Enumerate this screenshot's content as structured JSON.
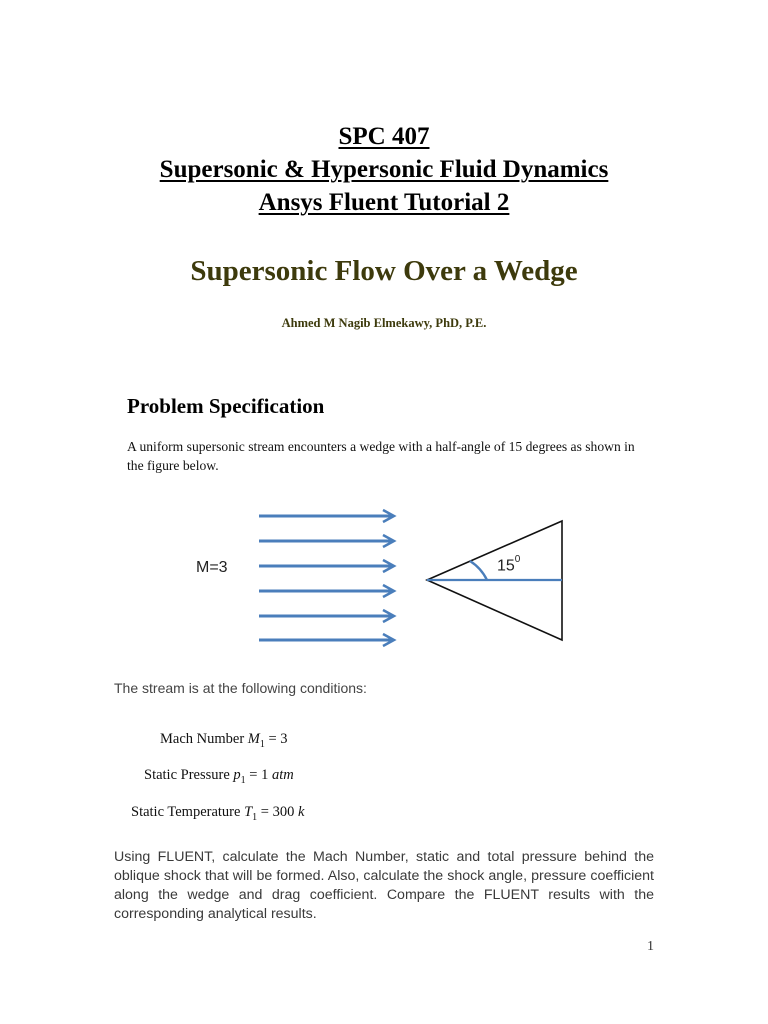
{
  "header": {
    "course_code": "SPC 407",
    "course_title": "Supersonic & Hypersonic Fluid Dynamics",
    "tutorial": "Ansys Fluent Tutorial 2"
  },
  "document": {
    "title": "Supersonic Flow Over a Wedge",
    "author": "Ahmed M Nagib Elmekawy, PhD, P.E.",
    "title_color": "#3d3a0c"
  },
  "problem": {
    "heading": "Problem Specification",
    "intro": "A uniform supersonic stream encounters a wedge with a half-angle of 15 degrees as shown in the figure below."
  },
  "figure": {
    "mach_label": "M=3",
    "angle_value": "15",
    "angle_unit": "0",
    "arrow_count": 6,
    "arrow_color": "#4a7ebb",
    "wedge_color": "#000000"
  },
  "conditions": {
    "intro": "The stream is at the following conditions:",
    "items": [
      {
        "label": "Mach Number ",
        "symbol": "M",
        "subscript": "1",
        "value": " = 3",
        "unit": ""
      },
      {
        "label": "Static Pressure ",
        "symbol": "p",
        "subscript": "1",
        "value": " = 1 ",
        "unit": "atm"
      },
      {
        "label": "Static Temperature ",
        "symbol": "T",
        "subscript": "1",
        "value": " = 300 ",
        "unit": "k"
      }
    ]
  },
  "task": {
    "text": "Using FLUENT, calculate the Mach Number, static and total pressure behind the oblique shock that will be formed. Also, calculate the shock angle, pressure coefficient along the wedge and drag coefficient. Compare the FLUENT results with the corresponding analytical results."
  },
  "footer": {
    "page_number": "1"
  }
}
